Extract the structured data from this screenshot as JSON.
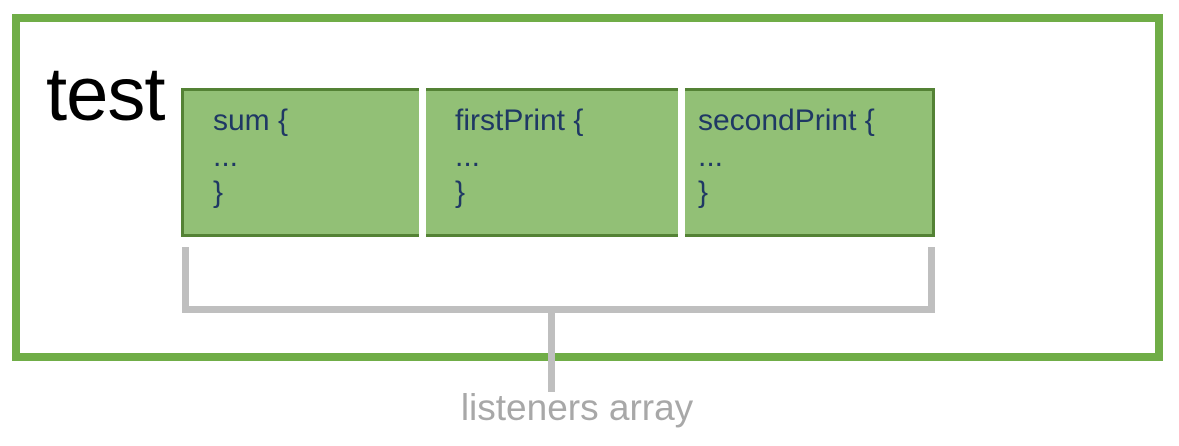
{
  "diagram": {
    "scope": {
      "label": "test"
    },
    "listeners": [
      {
        "lines": [
          "sum {",
          "...",
          "}"
        ]
      },
      {
        "lines": [
          "firstPrint {",
          "...",
          "}"
        ]
      },
      {
        "lines": [
          "secondPrint {",
          "...",
          "}"
        ]
      }
    ],
    "bracket": {
      "label": "listeners array"
    },
    "colors": {
      "frame_green": "#70ad47",
      "cell_fill_green": "#92c076",
      "cell_border_green": "#548235",
      "code_text_navy": "#1f3864",
      "bracket_gray": "#bfbfbf",
      "label_gray": "#a8a8a8",
      "title_black": "#000000"
    }
  }
}
